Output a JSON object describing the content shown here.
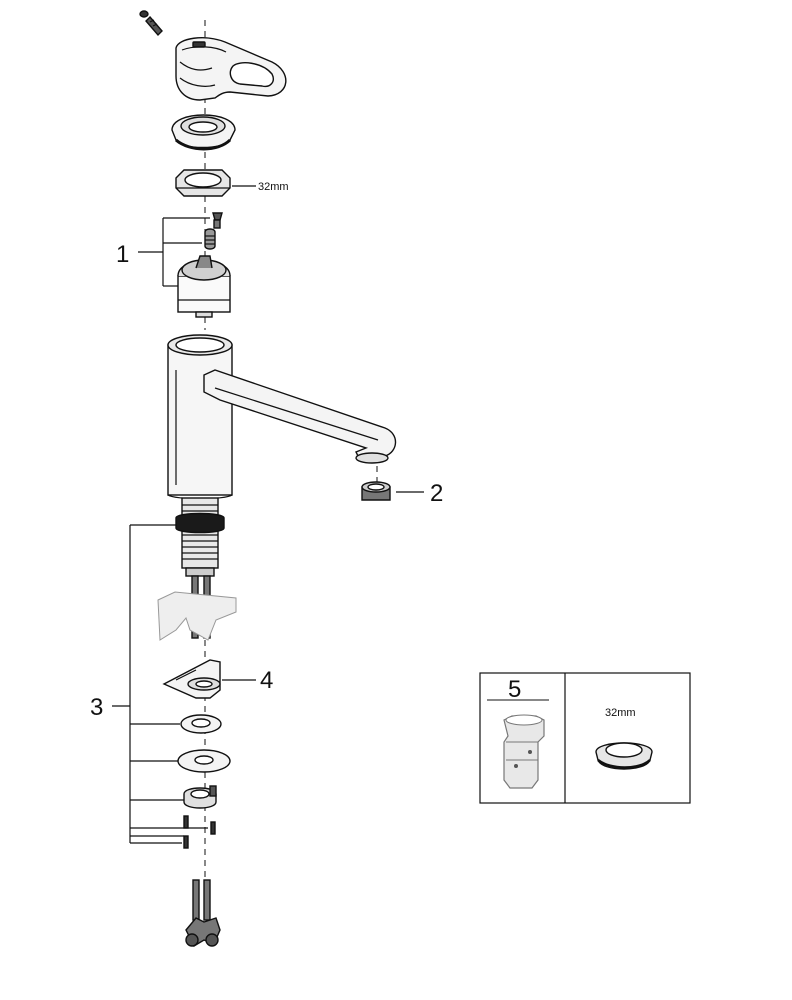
{
  "callouts": {
    "c1": "1",
    "c2": "2",
    "c3": "3",
    "c4": "4",
    "c5": "5"
  },
  "dimensions": {
    "nut_size_main": "32mm",
    "nut_size_inset": "32mm"
  },
  "colors": {
    "line": "#111111",
    "background": "#ffffff",
    "part_fill_light": "#f4f4f4",
    "part_fill_mid": "#d9d9d9",
    "part_fill_dark": "#8a8a8a",
    "seal_black": "#1a1a1a"
  }
}
